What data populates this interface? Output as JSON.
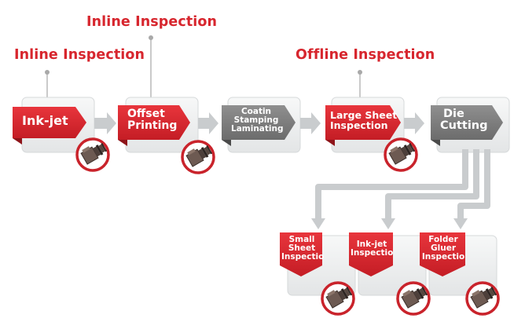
{
  "headings": {
    "inline_left": "Inline Inspection",
    "inline_top": "Inline Inspection",
    "offline": "Offline Inspection"
  },
  "stations": {
    "inkjet": "Ink-jet",
    "offset_line1": "Offset",
    "offset_line2": "Printing",
    "coating_line1": "Coatin",
    "coating_line2": "Stamping",
    "coating_line3": "Laminating",
    "large_sheet_line1": "Large Sheet",
    "large_sheet_line2": "Inspection",
    "die_cutting_line1": "Die",
    "die_cutting_line2": "Cutting",
    "small_sheet_line1": "Small",
    "small_sheet_line2": "Sheet",
    "small_sheet_line3": "Inspectio",
    "inkjet2_line1": "Ink-jet",
    "inkjet2_line2": "Inspectio",
    "folder_line1": "Folder",
    "folder_line2": "Gluer",
    "folder_line3": "Inspectio"
  },
  "colors": {
    "accent_red": "#d7262e",
    "banner_grey": "#7a7a7a",
    "arrow_grey": "#c9ccce",
    "card_bg": "#f2f3f3"
  },
  "icons": [
    "camera-icon"
  ]
}
